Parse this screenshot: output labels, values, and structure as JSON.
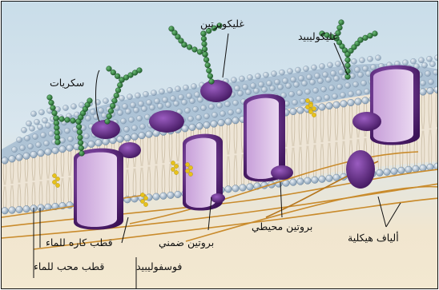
{
  "labels": {
    "glycoprotein": "غليكوبرتين",
    "glycolipid": "غليكوليبيد",
    "sugars": "سكريات",
    "hydrophobic_pole": "قطب كاره للماء",
    "hydrophilic_pole": "قطب محب للماء",
    "phospholipid": "فوسفوليبيد",
    "integral_protein": "بروتين ضمني",
    "peripheral_protein": "بروتين محيطي",
    "cytoskeleton_fibers": "ألياف هيكلية"
  },
  "colors": {
    "head": "#9fb8cf",
    "tail": "#e6dccb",
    "protein": "#6a2c8f",
    "protein_light": "#d7b6e3",
    "sugar": "#2f7a3c",
    "fiber": "#c98b2c",
    "cholesterol": "#e8c21a"
  }
}
